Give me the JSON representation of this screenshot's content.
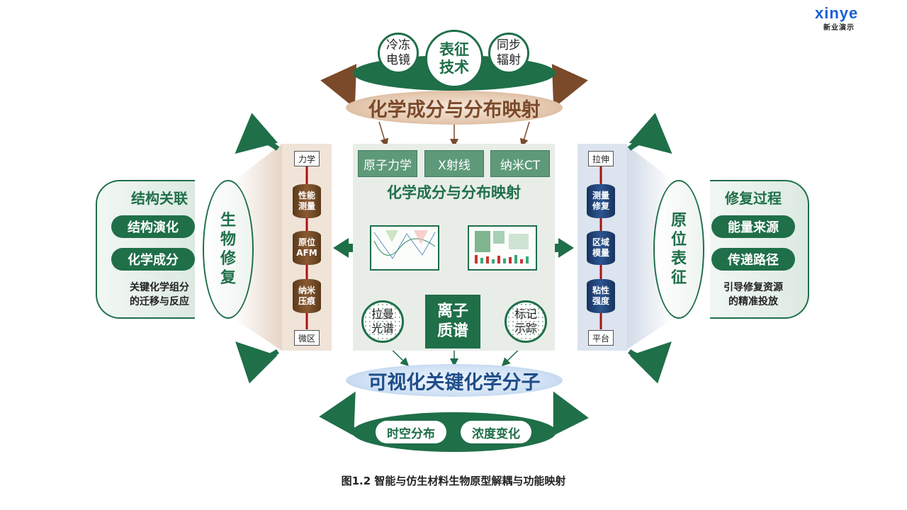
{
  "brand": {
    "logo": "xinye",
    "logo_sub": "新业演示"
  },
  "top": {
    "left_circle": "冷冻\n电镜",
    "center_circle": "表征\n技术",
    "right_circle": "同步\n辐射",
    "banner": "化学成分与分布映射"
  },
  "center": {
    "tech_boxes": [
      "原子力学",
      "X射线",
      "纳米CT"
    ],
    "title": "化学成分与分布映射",
    "left_circle": "拉曼\n光谱",
    "mass_box": "离子\n质谱",
    "right_circle": "标记\n示踪"
  },
  "left_column": {
    "top_label": "力学",
    "cylinders": [
      "性能\n测量",
      "原位\nAFM",
      "纳米\n压痕"
    ],
    "bottom_label": "微区"
  },
  "right_column": {
    "top_label": "拉伸",
    "cylinders": [
      "测量\n修复",
      "区域\n模量",
      "粘性\n强度"
    ],
    "bottom_label": "平台"
  },
  "left_panel": {
    "title": "结构关联",
    "pills": [
      "结构演化",
      "化学成分"
    ],
    "desc": "关键化学组分\n的迁移与反应",
    "side_text": "生\n物\n修\n复"
  },
  "right_panel": {
    "title": "修复过程",
    "pills": [
      "能量来源",
      "传递路径"
    ],
    "desc": "引导修复资源\n的精准投放",
    "side_text": "原\n位\n表\n征"
  },
  "bottom": {
    "banner": "可视化关键化学分子",
    "pills": [
      "时空分布",
      "浓度变化"
    ]
  },
  "caption": "图1.2 智能与仿生材料生物原型解耦与功能映射",
  "colors": {
    "green": "#1f6f49",
    "brown": "#7a4a2a",
    "blue": "#1f4d8a"
  }
}
